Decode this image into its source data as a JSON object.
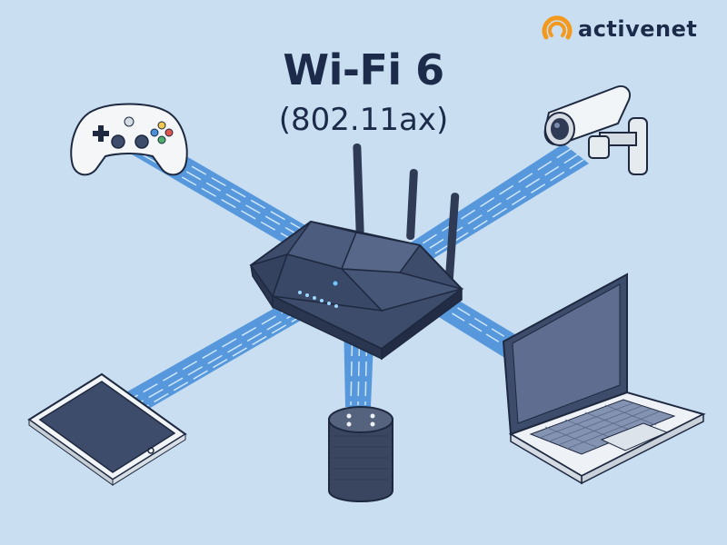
{
  "brand": {
    "name": "activenet",
    "accent_color": "#f39a1e",
    "text_color": "#1c2b4a"
  },
  "title": {
    "main": "Wi-Fi 6",
    "sub": "(802.11ax)"
  },
  "colors": {
    "background": "#c9dff1",
    "beam": "#4a90d9",
    "device_dark": "#3b4966",
    "device_light": "#eef2f6"
  },
  "diagram": {
    "hub": "router-icon",
    "devices": [
      "game-controller-icon",
      "security-camera-icon",
      "tablet-icon",
      "smart-speaker-icon",
      "laptop-icon"
    ]
  }
}
